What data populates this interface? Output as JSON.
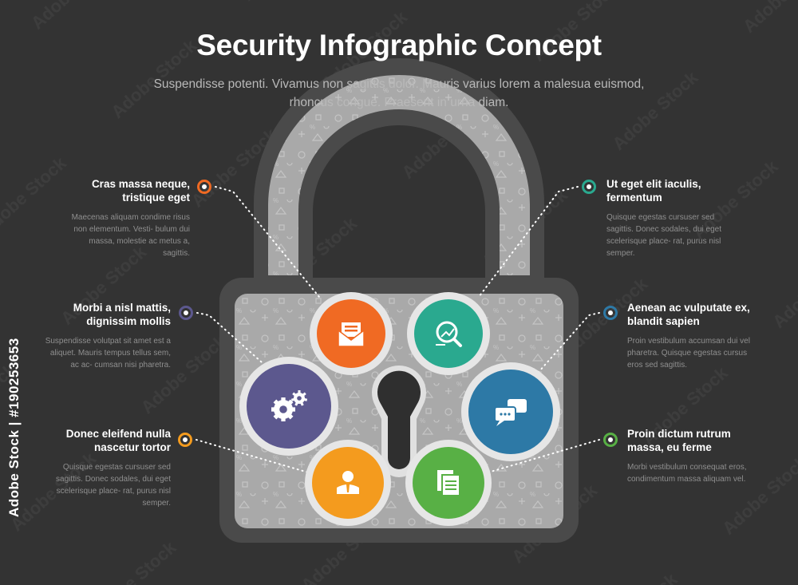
{
  "header": {
    "title": "Security Infographic Concept",
    "subtitle": "Suspendisse potenti. Vivamus non sagittis dolor. Mauris varius lorem a malesua euismod, rhoncus congue. Praesent in urna diam."
  },
  "items": [
    {
      "id": "top-left",
      "heading": "Cras massa neque, tristique eget",
      "body": "Maecenas aliquam condime risus non elementum. Vesti- bulum dui massa, molestie ac metus a, sagittis.",
      "color": "#f06a23",
      "icon": "envelope-open-icon"
    },
    {
      "id": "mid-left",
      "heading": "Morbi a nisl mattis, dignissim mollis",
      "body": "Suspendisse volutpat sit amet est a aliquet. Mauris tempus tellus sem, ac ac- cumsan nisi pharetra.",
      "color": "#5c588e",
      "icon": "gears-icon"
    },
    {
      "id": "bottom-left",
      "heading": "Donec eleifend nulla nascetur tortor",
      "body": "Quisque egestas cursuser sed sagittis. Donec sodales, dui eget scelerisque place- rat, purus nisl semper.",
      "color": "#f49b1e",
      "icon": "user-icon"
    },
    {
      "id": "top-right",
      "heading": "Ut eget elit iaculis, fermentum",
      "body": "Quisque egestas cursuser sed sagittis. Donec sodales, dui eget scelerisque place- rat, purus nisl semper.",
      "color": "#2aa98f",
      "icon": "magnifier-chart-icon"
    },
    {
      "id": "mid-right",
      "heading": "Aenean ac vulputate ex, blandit sapien",
      "body": "Proin vestibulum accumsan dui vel pharetra. Quisque egestas cursus eros sed sagittis.",
      "color": "#2d79a6",
      "icon": "chat-bubbles-icon"
    },
    {
      "id": "bottom-right",
      "heading": "Proin dictum rutrum massa, eu ferme",
      "body": "Morbi vestibulum consequat eros, condimentum massa aliquam vel.",
      "color": "#58b045",
      "icon": "documents-icon"
    }
  ],
  "watermark": {
    "side_text": "Adobe Stock | #190253653",
    "tile_text": "Adobe Stock"
  },
  "colors": {
    "background": "#333333",
    "lock_outer": "#4a4a4a",
    "lock_inner": "#a9a9a9",
    "keyhole": "#2f2f2f"
  }
}
